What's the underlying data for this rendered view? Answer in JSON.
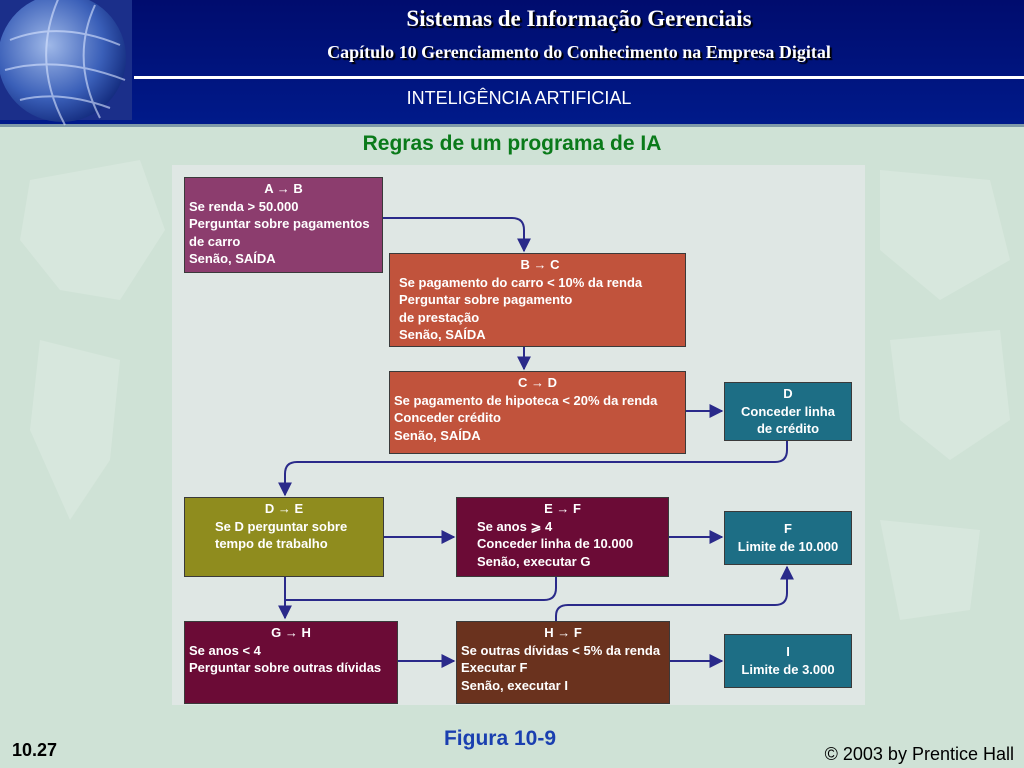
{
  "header": {
    "title": "Sistemas de Informação Gerenciais",
    "subtitle": "Capítulo 10 Gerenciamento do Conhecimento na Empresa Digital",
    "section": "INTELIGÊNCIA ARTIFICIAL"
  },
  "slide": {
    "title": "Regras de um programa de IA",
    "caption": "Figura 10-9",
    "number": "10.27",
    "copyright": "© 2003 by Prentice Hall"
  },
  "colors": {
    "header_bg": "#00107a",
    "rule_ab": "#8c3d6e",
    "rule_orange": "#c1533c",
    "result_teal": "#1d6e85",
    "rule_olive": "#8f8c1e",
    "rule_wine": "#6b0b36",
    "rule_brown": "#6a321e",
    "arrow": "#2a2a8a"
  },
  "diagram": {
    "boxes": {
      "ab": {
        "title": "A → B",
        "lines": [
          "Se renda > 50.000",
          "Perguntar sobre pagamentos",
          "de carro",
          "Senão, SAÍDA"
        ]
      },
      "bc": {
        "title": "B → C",
        "lines": [
          "Se pagamento do carro < 10% da renda",
          "Perguntar sobre pagamento",
          "de prestação",
          "Senão, SAÍDA"
        ]
      },
      "cd": {
        "title": "C → D",
        "lines": [
          "Se pagamento de hipoteca < 20% da renda",
          "Conceder crédito",
          "Senão, SAÍDA"
        ]
      },
      "d": {
        "title": "D",
        "lines": [
          "Conceder linha",
          "de crédito"
        ]
      },
      "de": {
        "title": "D → E",
        "lines": [
          "Se D perguntar sobre",
          "tempo de trabalho"
        ]
      },
      "ef": {
        "title": "E → F",
        "lines": [
          "Se anos ⩾ 4",
          "Conceder linha de 10.000",
          "Senão, executar G"
        ]
      },
      "f": {
        "title": "F",
        "lines": [
          "Limite de 10.000"
        ]
      },
      "gh": {
        "title": "G → H",
        "lines": [
          "Se anos < 4",
          "Perguntar sobre outras dívidas"
        ]
      },
      "hf": {
        "title": "H → F",
        "lines": [
          "Se outras dívidas <  5% da renda",
          "Executar F",
          "Senão, executar I"
        ]
      },
      "i": {
        "title": "I",
        "lines": [
          "Limite de 3.000"
        ]
      }
    }
  }
}
